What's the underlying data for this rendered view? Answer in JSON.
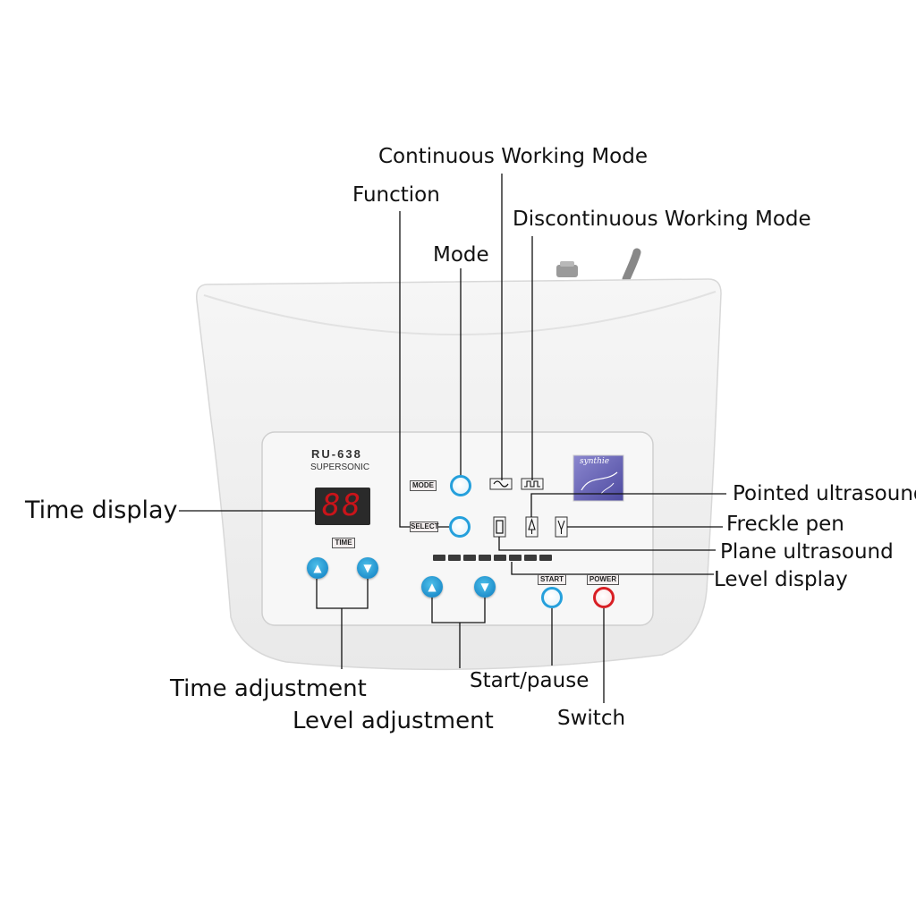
{
  "callouts": {
    "continuous_mode": "Continuous Working Mode",
    "function": "Function",
    "discontinuous_mode": "Discontinuous Working Mode",
    "mode": "Mode",
    "pointed_ultrasound": "Pointed ultrasound",
    "time_display": "Time display",
    "freckle_pen": "Freckle pen",
    "plane_ultrasound": "Plane ultrasound",
    "level_display": "Level display",
    "time_adjustment": "Time adjustment",
    "start_pause": "Start/pause",
    "level_adjustment": "Level adjustment",
    "switch": "Switch"
  },
  "device": {
    "model": "RU-638",
    "subtitle": "SUPERSONIC",
    "display_value": "88",
    "brand_logo_text": "synthie",
    "labels": {
      "mode": "MODE",
      "select": "SELECT",
      "time": "TIME",
      "start": "START",
      "power": "POWER"
    }
  },
  "colors": {
    "body": "#f2f2f2",
    "panel": "#f7f7f7",
    "button_blue": "#1f8fcc",
    "power_red": "#d81e24",
    "display_bg": "#2a2a2a",
    "display_digits": "#c9141a",
    "logo_bg": "#6a66b8"
  },
  "icons": [
    "up-arrow-icon",
    "down-arrow-icon",
    "continuous-wave-icon",
    "square-wave-icon",
    "plane-probe-icon",
    "pointed-probe-icon",
    "freckle-pen-icon"
  ]
}
